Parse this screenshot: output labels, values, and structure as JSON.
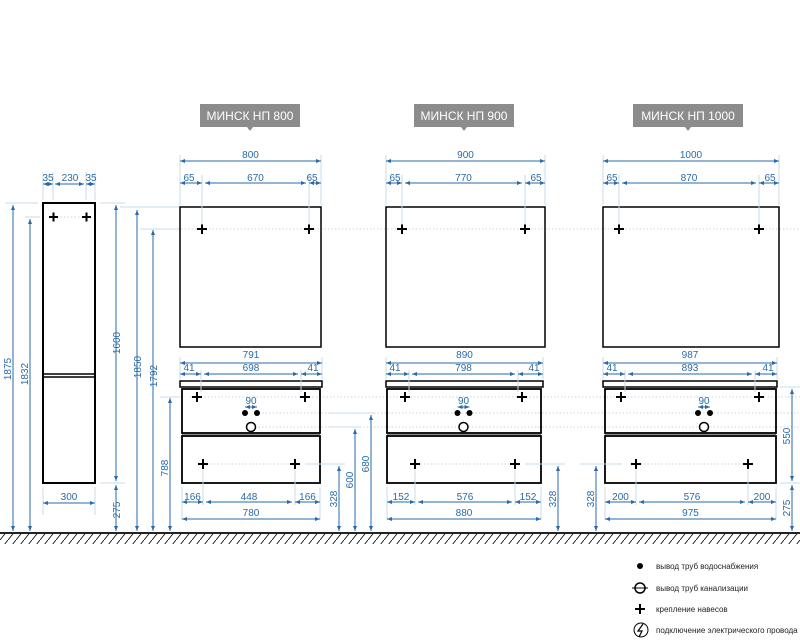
{
  "colors": {
    "dimension": "#2a6aa8",
    "extension_line": "#c9d9ea",
    "outline": "#000000",
    "tag_bg": "#8c8c8c",
    "tag_text": "#ffffff"
  },
  "column_unit": {
    "widths": [
      "35",
      "230",
      "35"
    ],
    "bottom_width": "300",
    "heights": {
      "total": "1875",
      "hinge": "1832",
      "body": "1600",
      "floor_gap": "275"
    }
  },
  "general_heights": {
    "mirror_top": "1850",
    "mirror_hinge": "1792",
    "vanity_hinge": "788"
  },
  "models": [
    {
      "name": "МИНСК НП 800",
      "mirror_width": "800",
      "mirror_left": "65",
      "mirror_mid": "670",
      "mirror_right": "65",
      "top_width": "791",
      "top_left": "41",
      "top_mid": "698",
      "top_right": "41",
      "pipe_spacing": "90",
      "bottom_left": "166",
      "bottom_mid": "448",
      "bottom_right": "166",
      "body_width": "780",
      "heights": [
        "328",
        "600",
        "680"
      ]
    },
    {
      "name": "МИНСК НП 900",
      "mirror_width": "900",
      "mirror_left": "65",
      "mirror_mid": "770",
      "mirror_right": "65",
      "top_width": "890",
      "top_left": "41",
      "top_mid": "798",
      "top_right": "41",
      "pipe_spacing": "90",
      "bottom_left": "152",
      "bottom_mid": "576",
      "bottom_right": "152",
      "body_width": "880",
      "heights": [
        "328"
      ]
    },
    {
      "name": "МИНСК НП 1000",
      "mirror_width": "1000",
      "mirror_left": "65",
      "mirror_mid": "870",
      "mirror_right": "65",
      "top_width": "987",
      "top_left": "41",
      "top_mid": "893",
      "top_right": "41",
      "pipe_spacing": "90",
      "bottom_left": "200",
      "bottom_mid": "576",
      "bottom_right": "200",
      "body_width": "975",
      "heights": [
        "328",
        "550",
        "275"
      ]
    }
  ],
  "legend": [
    {
      "icon": "water-supply-dot-icon",
      "label": "вывод труб водоснабжения"
    },
    {
      "icon": "drain-circle-icon",
      "label": "вывод труб канализации"
    },
    {
      "icon": "mount-cross-icon",
      "label": "крепление навесов"
    },
    {
      "icon": "electric-bolt-icon",
      "label": "подключение электрического провода"
    }
  ]
}
